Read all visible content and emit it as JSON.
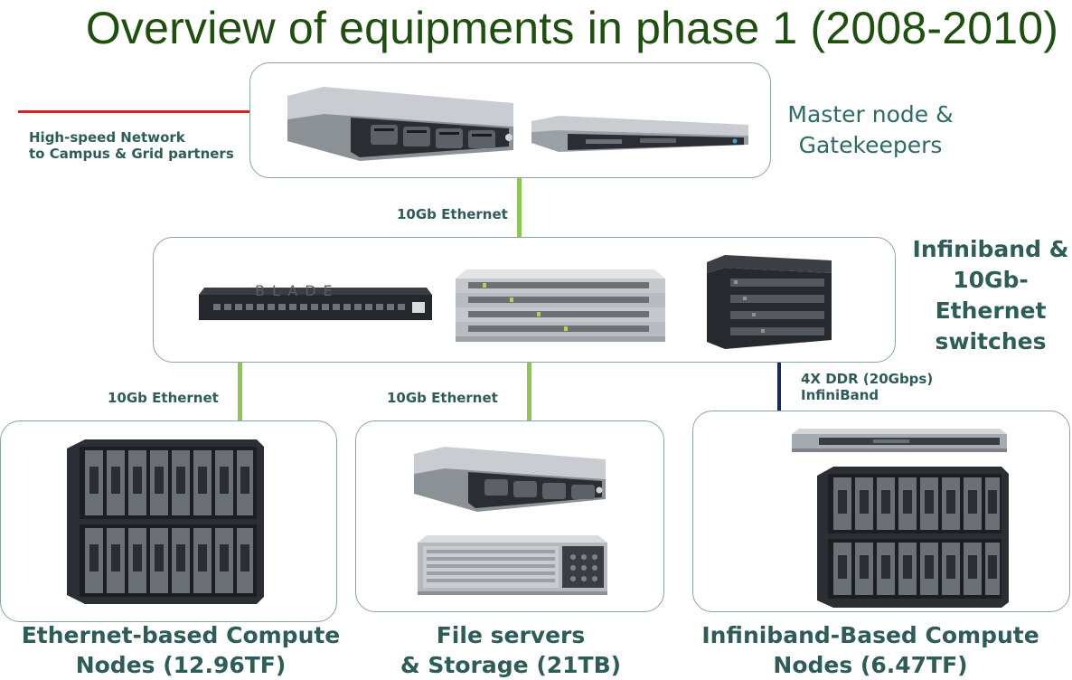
{
  "title": "Overview of equipments in phase 1 (2008-2010)",
  "top": {
    "network_label_line1": "High-speed Network",
    "network_label_line2": "to Campus & Grid partners",
    "description_line1": "Master node &",
    "description_line2": "Gatekeepers"
  },
  "links": {
    "top_to_switch": "10Gb Ethernet",
    "switch_to_ethernet_nodes": "10Gb Ethernet",
    "switch_to_file_servers": "10Gb Ethernet",
    "switch_to_infiniband_line1": "4X DDR (20Gbps)",
    "switch_to_infiniband_line2": "InfiniBand"
  },
  "switches": {
    "description_line1": "Infiniband &",
    "description_line2": "10Gb-",
    "description_line3": "Ethernet",
    "description_line4": "switches",
    "blade_logo": "BLADE"
  },
  "groups": [
    {
      "caption_line1": "Ethernet-based Compute",
      "caption_line2": "Nodes (12.96TF)"
    },
    {
      "caption_line1": "File servers",
      "caption_line2": "& Storage (21TB)"
    },
    {
      "caption_line1": "Infiniband-Based Compute",
      "caption_line2": "Nodes (6.47TF)"
    }
  ],
  "colors": {
    "title": "#1f4f0f",
    "label_text": "#2e5d57",
    "network_line": "#e02020",
    "ethernet_link": "#8cc850",
    "infiniband_link": "#1a2a5a",
    "box_border": "#8aa4a8"
  },
  "icons": [
    "rack-server-2u",
    "rack-server-1u",
    "ethernet-switch",
    "infiniband-switch",
    "switch-stack",
    "blade-chassis",
    "storage-array"
  ]
}
